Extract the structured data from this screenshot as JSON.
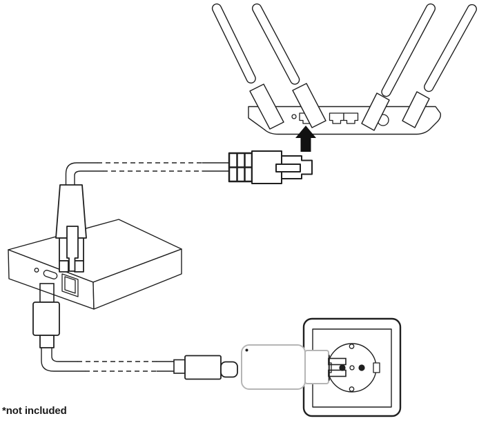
{
  "diagram": {
    "caption": "*not included",
    "colors": {
      "line": "#1f1f1f",
      "adapter_line": "#b5b5b5",
      "arrow_fill": "#111111",
      "background": "#ffffff"
    },
    "components": {
      "router": "wifi-router",
      "router_antenna_count": 4,
      "router_ports": [
        "reset-hole",
        "lan-port-highlighted",
        "lan-port",
        "lan-port",
        "wps-button"
      ],
      "ethernet_cable": "ethernet-cable-rj45",
      "bridge_box": "network-bridge-box",
      "bridge_ports": [
        "status-led",
        "micro-usb-port",
        "ethernet-port"
      ],
      "usb_cable": "usb-power-cable",
      "power_adapter": "usb-power-adapter",
      "wall_socket": "schuko-wall-socket",
      "arrow": "plug-into-port-arrow"
    }
  }
}
